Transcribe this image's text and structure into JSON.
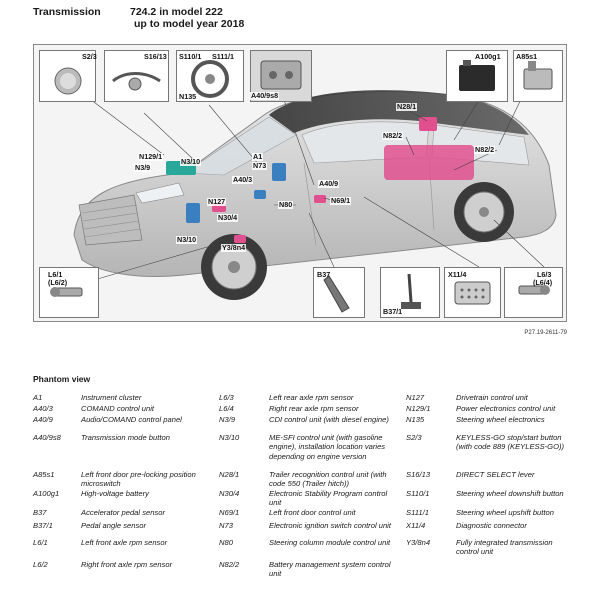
{
  "header": {
    "section": "Transmission",
    "model_line1": "724.2 in model 222",
    "model_line2": "up to model year 2018"
  },
  "diagram": {
    "reference_code": "P27.19-2611-79",
    "callouts": {
      "s23": "S2/3",
      "s1613": "S16/13",
      "s1101": "S110/1",
      "s1111": "S111/1",
      "n135": "N135",
      "a409s8": "A40/9s8",
      "a100g1": "A100g1",
      "a85s1": "A85s1",
      "n281": "N28/1",
      "n822a": "N82/2",
      "n822b": "N82/2",
      "n1291": "N129/1",
      "n310a": "N3/10",
      "n39": "N3/9",
      "a1": "A1",
      "n73": "N73",
      "a403": "A40/3",
      "a409": "A40/9",
      "n127": "N127",
      "n80": "N80",
      "n691": "N69/1",
      "n304": "N30/4",
      "n310b": "N3/10",
      "y38n4": "Y3/8n4",
      "l61": "L6/1",
      "l62": "(L6/2)",
      "b37": "B37",
      "b371": "B37/1",
      "x114": "X11/4",
      "l63": "L6/3",
      "l64": "(L6/4)"
    },
    "colors": {
      "component_pink": "#e0508f",
      "component_blue": "#3a7fc0",
      "component_teal": "#2aa79b",
      "car_body": "#c9c9c9"
    }
  },
  "legend": {
    "title": "Phantom view",
    "columns": [
      [
        {
          "code": "A1",
          "desc": "Instrument cluster"
        },
        {
          "code": "A40/3",
          "desc": "COMAND control unit"
        },
        {
          "code": "A40/9",
          "desc": "Audio/COMAND control panel"
        },
        {
          "code": "A40/9s8",
          "desc": "Transmission mode button"
        },
        {
          "code": "A85s1",
          "desc": "Left front door pre-locking position microswitch"
        },
        {
          "code": "A100g1",
          "desc": "High-voltage battery"
        },
        {
          "code": "B37",
          "desc": "Accelerator pedal sensor"
        },
        {
          "code": "B37/1",
          "desc": "Pedal angle sensor"
        },
        {
          "code": "L6/1",
          "desc": "Left front axle rpm sensor"
        },
        {
          "code": "L6/2",
          "desc": "Right front axle rpm sensor"
        }
      ],
      [
        {
          "code": "L6/3",
          "desc": "Left rear axle rpm sensor"
        },
        {
          "code": "L6/4",
          "desc": "Right rear axle rpm sensor"
        },
        {
          "code": "N3/9",
          "desc": "CDI control unit (with diesel engine)"
        },
        {
          "code": "N3/10",
          "desc": "ME-SFI control unit (with gasoline engine), installation location varies depending on engine version"
        },
        {
          "code": "N28/1",
          "desc": "Trailer recognition control unit (with code 550 (Trailer hitch))"
        },
        {
          "code": "N30/4",
          "desc": "Electronic Stability Program control unit"
        },
        {
          "code": "N69/1",
          "desc": "Left front door control unit"
        },
        {
          "code": "N73",
          "desc": "Electronic ignition switch control unit"
        },
        {
          "code": "N80",
          "desc": "Steering column module control unit"
        },
        {
          "code": "N82/2",
          "desc": "Battery management system control unit"
        }
      ],
      [
        {
          "code": "N127",
          "desc": "Drivetrain control unit"
        },
        {
          "code": "N129/1",
          "desc": "Power electronics control unit"
        },
        {
          "code": "N135",
          "desc": "Steering wheel electronics"
        },
        {
          "code": "S2/3",
          "desc": "KEYLESS-GO stop/start button (with code 889 (KEYLESS-GO))"
        },
        {
          "code": "S16/13",
          "desc": "DIRECT SELECT lever"
        },
        {
          "code": "S110/1",
          "desc": "Steering wheel downshift button"
        },
        {
          "code": "S111/1",
          "desc": "Steering wheel upshift button"
        },
        {
          "code": "X11/4",
          "desc": "Diagnostic connector"
        },
        {
          "code": "Y3/8n4",
          "desc": "Fully integrated transmission control unit"
        }
      ]
    ]
  }
}
